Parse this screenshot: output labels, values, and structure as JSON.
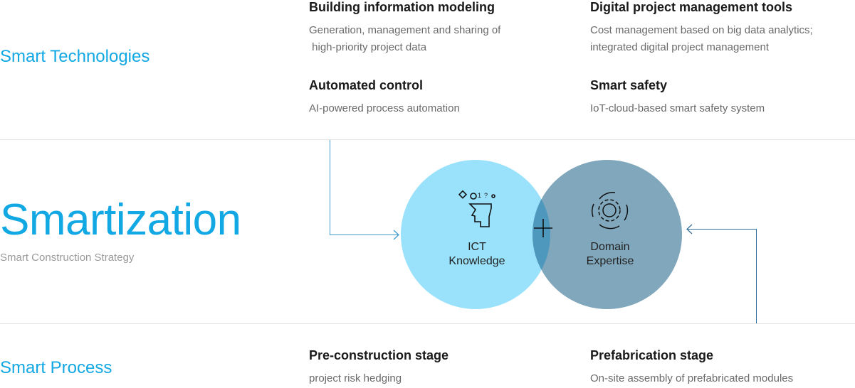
{
  "smart_technologies": {
    "title": "Smart Technologies",
    "items": [
      {
        "heading": "Building information modeling",
        "desc_lines": [
          "Generation, management and sharing of",
          " high-priority project data"
        ]
      },
      {
        "heading": "Digital project management tools",
        "desc_lines": [
          "Cost management based on big data analytics;",
          "integrated digital project management"
        ]
      },
      {
        "heading": "Automated control",
        "desc_lines": [
          "AI-powered process automation"
        ]
      },
      {
        "heading": "Smart safety",
        "desc_lines": [
          "IoT-cloud-based smart safety system"
        ]
      }
    ]
  },
  "smartization": {
    "title": "Smartization",
    "subtitle": "Smart Construction Strategy"
  },
  "diagram": {
    "left": {
      "line1": "ICT",
      "line2": "Knowledge",
      "icon": "head-thinking-icon",
      "color": "#9ae2fc"
    },
    "right": {
      "line1": "Domain",
      "line2": "Expertise",
      "icon": "gear-cycle-icon",
      "color": "#80a7bb"
    },
    "overlap_color": "#4e97bd",
    "operator": "+"
  },
  "smart_process": {
    "title": "Smart Process",
    "items": [
      {
        "heading": "Pre-construction stage",
        "desc_lines": [
          "project risk hedging"
        ]
      },
      {
        "heading": "Prefabrication stage",
        "desc_lines": [
          "On-site assembly of prefabricated modules"
        ]
      }
    ]
  }
}
